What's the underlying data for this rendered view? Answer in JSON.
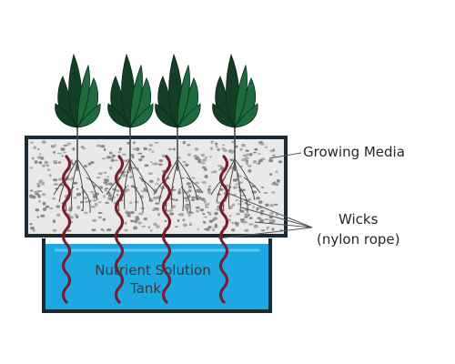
{
  "labels": {
    "growing_media": "Growing Media",
    "wicks_line1": "Wicks",
    "wicks_line2": "(nylon rope)",
    "tank_line1": "Nutrient Solution",
    "tank_line2": "Tank"
  },
  "colors": {
    "water": "#1ea8e2",
    "water_light": "#7fd0f2",
    "media": "#e9e9e9",
    "pebble": "#8a8a8a",
    "leaf": "#1d6b3e",
    "leaf_dark": "#123f26",
    "wick": "#7a1e2e",
    "root": "#4a4a4a",
    "outline": "#1c2b33"
  },
  "plants": [
    "plant-1",
    "plant-2",
    "plant-3",
    "plant-4"
  ]
}
